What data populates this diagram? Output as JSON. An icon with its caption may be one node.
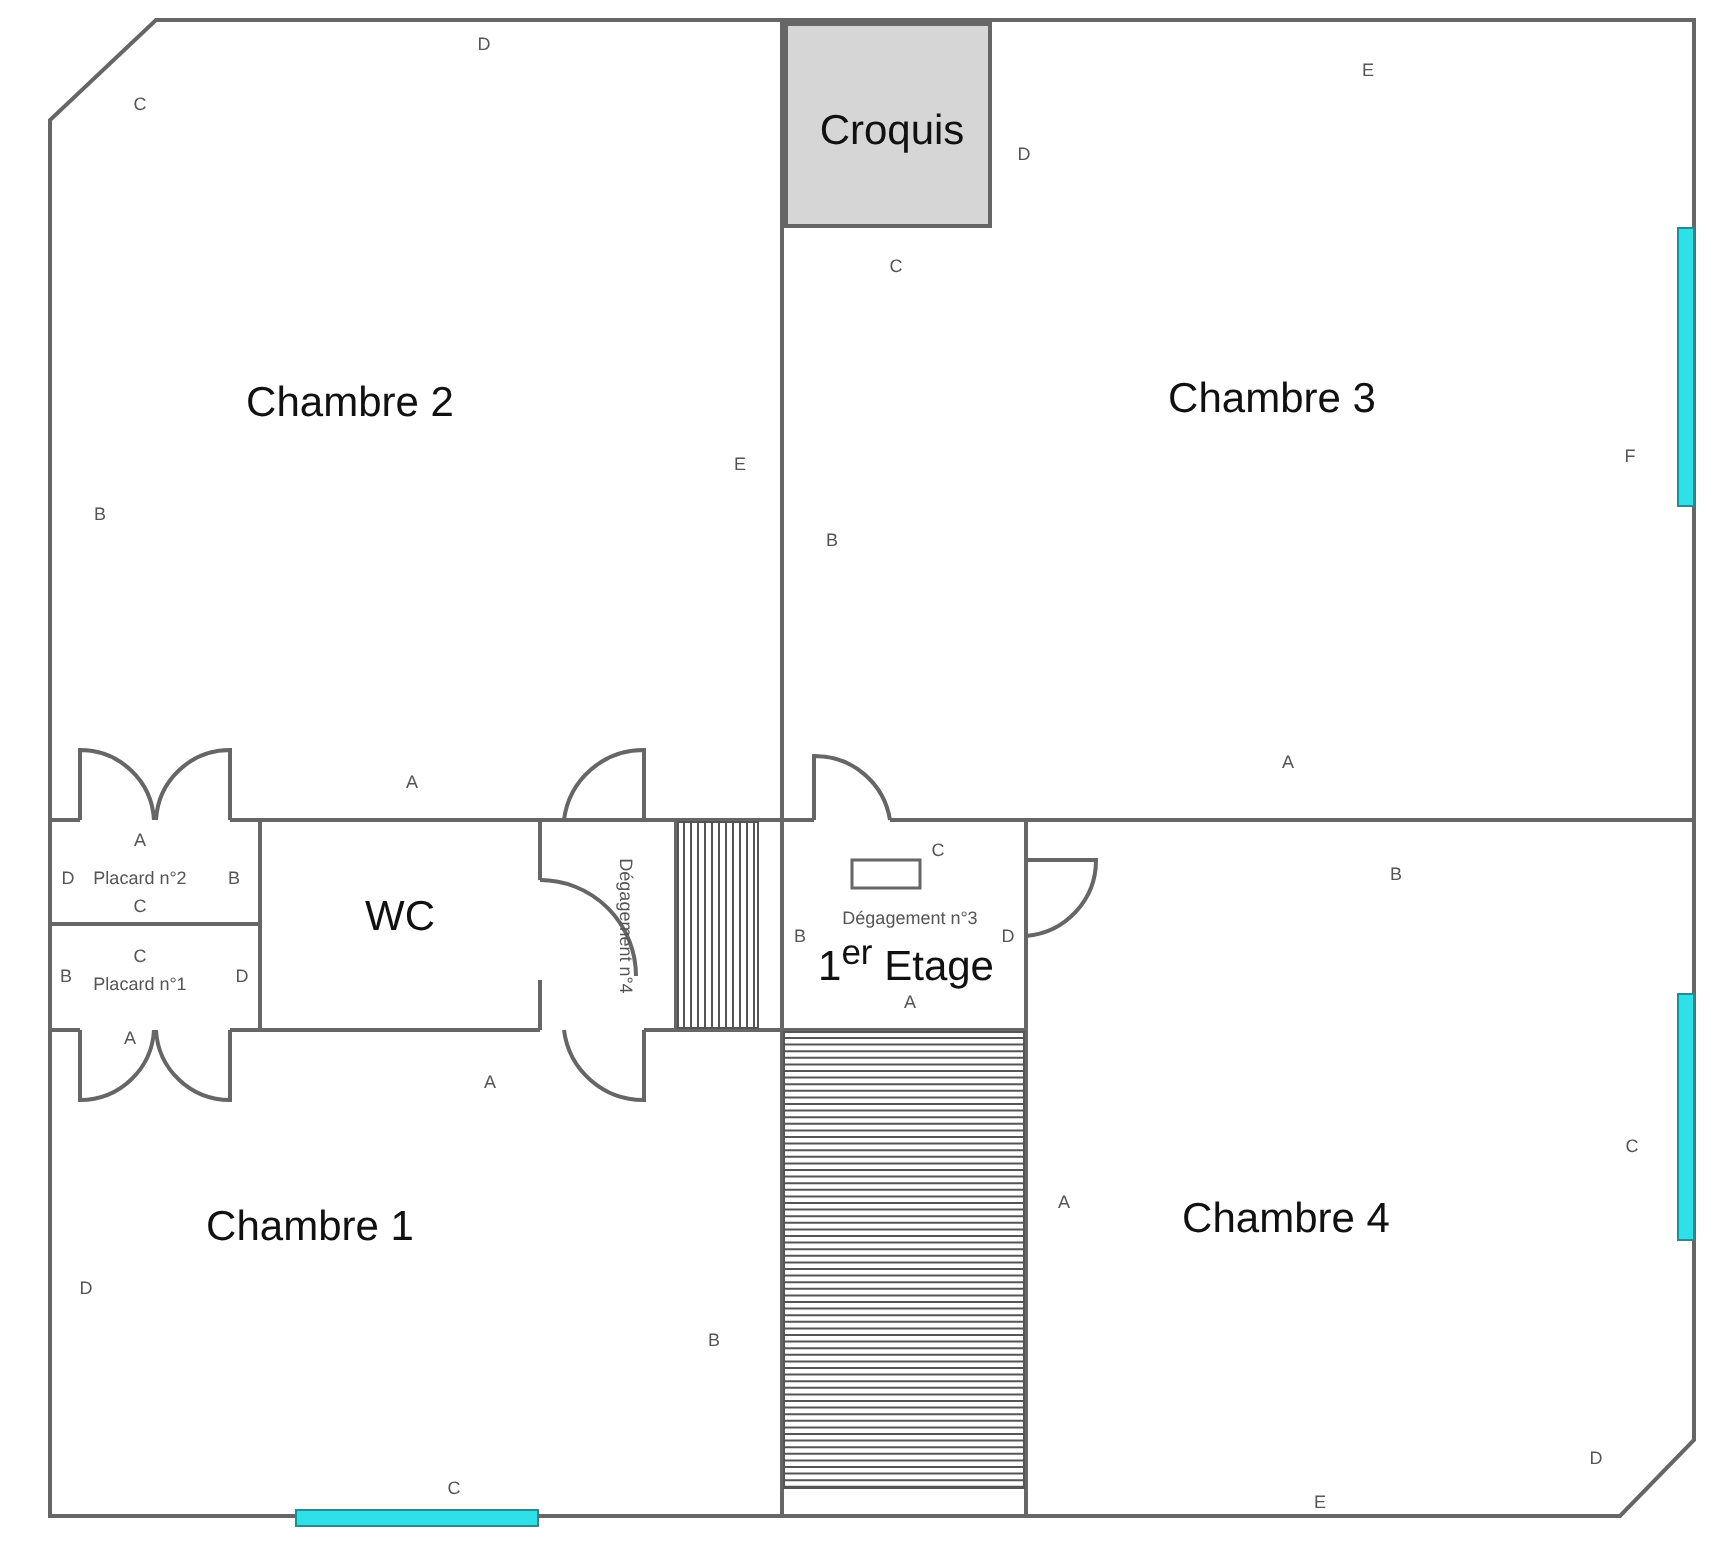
{
  "diagram": {
    "nodes": [
      {
        "text": [
          "Croquis"
        ]
      },
      {
        "text": [
          "Chambre 2"
        ]
      },
      {
        "text": [
          "Chambre 3"
        ]
      },
      {
        "text": [
          "Placard n°2"
        ]
      },
      {
        "text": [
          "WC"
        ]
      },
      {
        "text": [
          "Dégagement n°4"
        ]
      },
      {
        "text": [
          "Dégagement n°3",
          "1$^{er}$ Etage"
        ]
      },
      {
        "text": [
          "Placard n°1"
        ]
      },
      {
        "text": [
          "Chambre 1"
        ]
      },
      {
        "text": [
          "Chambre 4"
        ]
      }
    ],
    "labels": [
      "D",
      "E",
      "C",
      "D",
      "C",
      "F",
      "E",
      "B",
      "B",
      "A",
      "A",
      "A",
      "B",
      "C",
      "D",
      "B",
      "C",
      "B",
      "D",
      "C",
      "B",
      "D",
      "A",
      "A",
      "A",
      "C",
      "A",
      "D",
      "B",
      "D",
      "C",
      "E"
    ]
  }
}
